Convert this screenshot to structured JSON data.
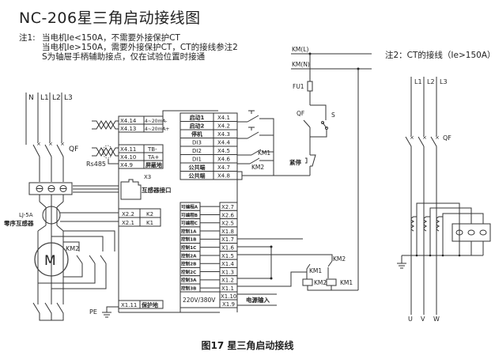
{
  "title": "NC-206星三角启动接线图",
  "notes": {
    "note1_prefix": "注1:",
    "note1_line1": "当电机Ie<150A，不需要外接保护CT",
    "note1_line2": "当电机Ie>150A，需要外接保护CT，CT的接线参注2",
    "note1_line3": "S为轴屉手柄辅助接点，仅在试验位置时接通",
    "note2": "注2：CT的接线（Ie>150A）"
  },
  "caption": "图17  星三角启动接线",
  "left_circuit": {
    "phases": [
      "N",
      "L1",
      "L2",
      "L3"
    ],
    "breaker": "QF",
    "ct_model": "LJ-5A",
    "ct_label": "零序互感器",
    "motor": "M",
    "contactor": "KM2",
    "rs485": "Rs485",
    "pe": "PE"
  },
  "terminals_left": [
    {
      "id": "X4.14",
      "label": "4~20mA-"
    },
    {
      "id": "X4.13",
      "label": "4~20mA+"
    },
    {
      "id": "X4.11",
      "label": "TB-"
    },
    {
      "id": "X4.10",
      "label": "TA+"
    },
    {
      "id": "X4.9",
      "label": "屏蔽地"
    }
  ],
  "x3": {
    "id": "X3",
    "label": "互感器接口"
  },
  "terminals_k": [
    {
      "id": "X2.2",
      "label": "K2"
    },
    {
      "id": "X2.1",
      "label": "K1"
    }
  ],
  "protect_ground": {
    "id": "X1.11",
    "label": "保护地"
  },
  "terminals_di": [
    {
      "label": "启动1",
      "id": "X4.1"
    },
    {
      "label": "启动2",
      "id": "X4.2"
    },
    {
      "label": "停机",
      "id": "X4.3"
    },
    {
      "label": "DI3",
      "id": "X4.4"
    },
    {
      "label": "DI2",
      "id": "X4.5"
    },
    {
      "label": "DI1",
      "id": "X4.6"
    },
    {
      "label": "公共端",
      "id": "X4.7"
    },
    {
      "label": "公共端",
      "id": "X4.8"
    }
  ],
  "terminals_relay": [
    {
      "label": "可编程A",
      "id": "X2.7"
    },
    {
      "label": "可编程B",
      "id": "X2.6"
    },
    {
      "label": "可编程C",
      "id": "X2.5"
    },
    {
      "label": "控制1A",
      "id": "X1.8"
    },
    {
      "label": "控制1B",
      "id": "X1.7"
    },
    {
      "label": "控制1C",
      "id": "X1.6"
    },
    {
      "label": "控制2A",
      "id": "X1.5"
    },
    {
      "label": "控制2B",
      "id": "X1.4"
    },
    {
      "label": "控制2C",
      "id": "X1.3"
    },
    {
      "label": "控制3A",
      "id": "X1.2"
    },
    {
      "label": "控制3B",
      "id": "X1.1"
    }
  ],
  "power": {
    "label": "220V/380V",
    "ids": [
      "X1.10",
      "X1.9"
    ],
    "input": "电源输入"
  },
  "right_control": {
    "km_l": "KM(L)",
    "km_n": "KM(N)",
    "fuse": "FU1",
    "breaker": "QF",
    "switch": "S",
    "estop": "紧停",
    "km1": "KM1",
    "km2": "KM2"
  },
  "ct_circuit": {
    "phases": [
      "L1",
      "L2",
      "L3"
    ],
    "breaker": "QF",
    "outputs": [
      "U",
      "V",
      "W"
    ]
  }
}
